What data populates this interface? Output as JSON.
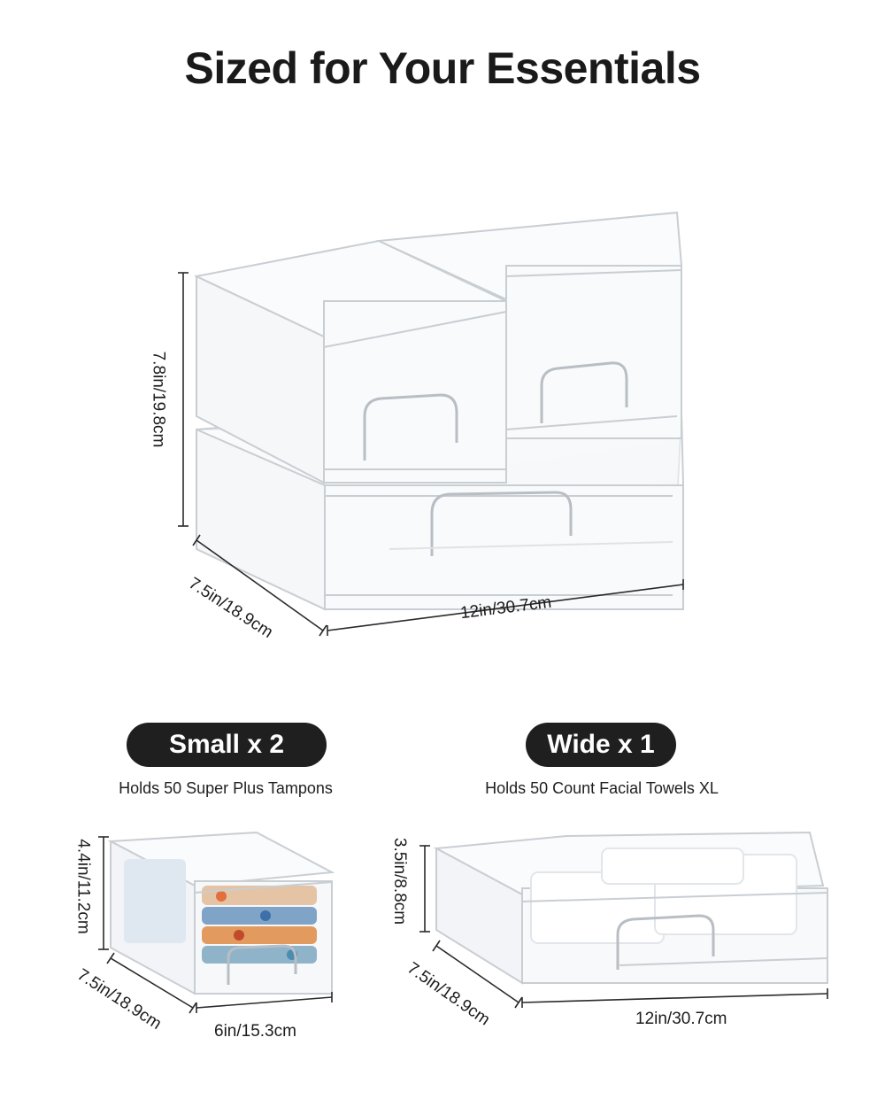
{
  "title": "Sized for Your Essentials",
  "main_set": {
    "height": "7.8in/19.8cm",
    "depth": "7.5in/18.9cm",
    "width": "12in/30.7cm"
  },
  "small": {
    "badge": "Small x 2",
    "caption": "Holds 50 Super Plus Tampons",
    "height": "4.4in/11.2cm",
    "depth": "7.5in/18.9cm",
    "width": "6in/15.3cm"
  },
  "wide": {
    "badge": "Wide x 1",
    "caption": "Holds 50 Count Facial Towels XL",
    "height": "3.5in/8.8cm",
    "depth": "7.5in/18.9cm",
    "width": "12in/30.7cm"
  },
  "colors": {
    "badge_bg": "#1f1f1f",
    "drawer_outline": "#c9ced3",
    "dimension_line": "#2a2a2a"
  }
}
